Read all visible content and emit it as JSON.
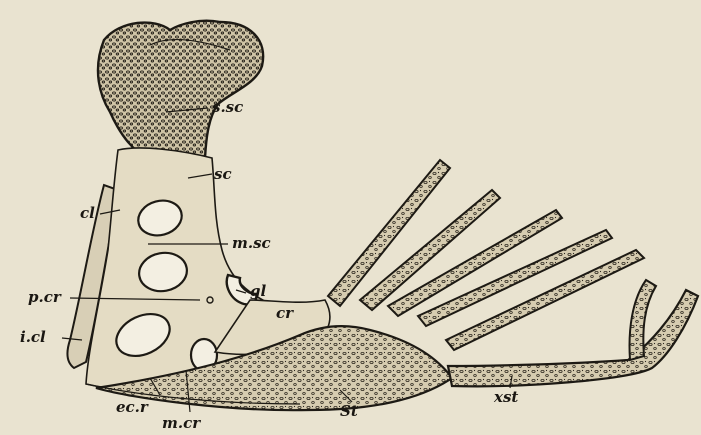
{
  "labels": {
    "s_sc": "s.sc",
    "sc": "sc",
    "cl": "cl",
    "m_sc": "m.sc",
    "gl": "gl",
    "p_cr": "p.cr",
    "cr": "cr",
    "i_cl": "i.cl",
    "ec_r": "ec.r",
    "m_cr": "m.cr",
    "St": "St",
    "xst": "xst"
  }
}
